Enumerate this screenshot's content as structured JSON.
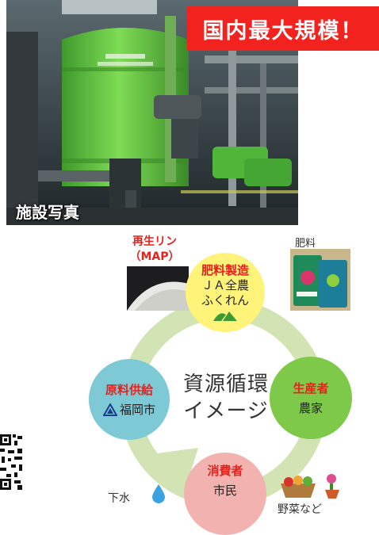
{
  "photo": {
    "banner": "国内最大規模！",
    "label": "施設写真"
  },
  "diagram": {
    "center_title": [
      "資源循環",
      "イメージ"
    ],
    "map_product": [
      "再生リン",
      "（MAP）"
    ],
    "fertilizer_label": "肥料",
    "nodes": {
      "fertilizer": {
        "role": "肥料製造",
        "lines": [
          "ＪＡ全農",
          "ふくれん"
        ]
      },
      "producer": {
        "role": "生産者",
        "name": "農家"
      },
      "consumer": {
        "role": "消費者",
        "name": "市民"
      },
      "supplier": {
        "role": "原料供給",
        "name": "福岡市"
      }
    },
    "sewage_label": "下水",
    "vegetables_label": "野菜など"
  },
  "colors": {
    "banner": "#f2221f",
    "accent_text": "#e7211b",
    "fertilizer_circle": "#fff37a",
    "producer_circle": "#7ec84a",
    "consumer_circle": "#f1b2b0",
    "supplier_circle": "#7ec9d6",
    "cycle_ring": "#d2e3b4",
    "tank": "#5fc23d"
  }
}
